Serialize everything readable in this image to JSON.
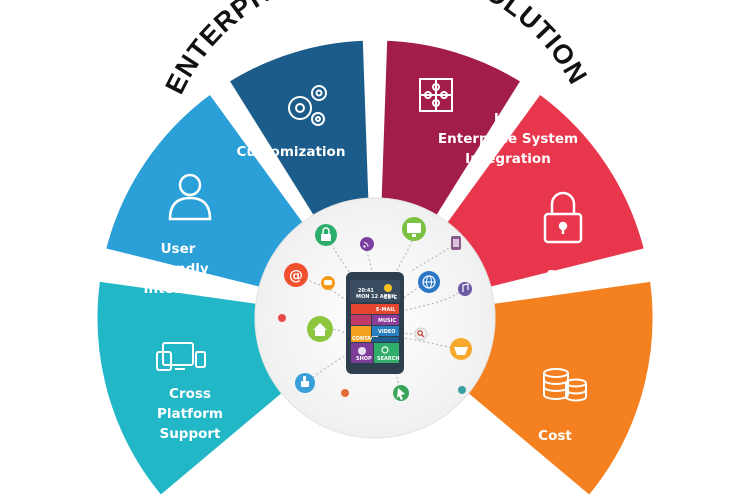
{
  "title": "ENTERPRISE MOBILITY SOLUTION",
  "segments": {
    "customization": {
      "label": "Customization",
      "color": "#1b5c8a",
      "icon": "gears-icon"
    },
    "integration": {
      "lines": [
        "Key",
        "Enterprise System",
        "Integration"
      ],
      "color": "#a31d4a",
      "icon": "puzzle-icon"
    },
    "security": {
      "label": "Security",
      "color": "#e8364c",
      "icon": "padlock-icon"
    },
    "cost": {
      "label": "Cost",
      "color": "#f4801f",
      "icon": "coins-icon"
    },
    "user_friendly": {
      "lines": [
        "User",
        "Friendly",
        "Interface"
      ],
      "color": "#2a9fd8",
      "icon": "user-icon"
    },
    "cross_platform": {
      "lines": [
        "Cross",
        "Platform",
        "Support"
      ],
      "color": "#22b7c6",
      "icon": "devices-icon"
    }
  },
  "phone": {
    "time": "20:41",
    "date": "MON 12 APRIL",
    "temp": "19°C",
    "tiles": [
      "E-MAIL",
      "MUSIC",
      "CONTACT",
      "VIDEO",
      "SHOP",
      "SEARCH"
    ]
  }
}
